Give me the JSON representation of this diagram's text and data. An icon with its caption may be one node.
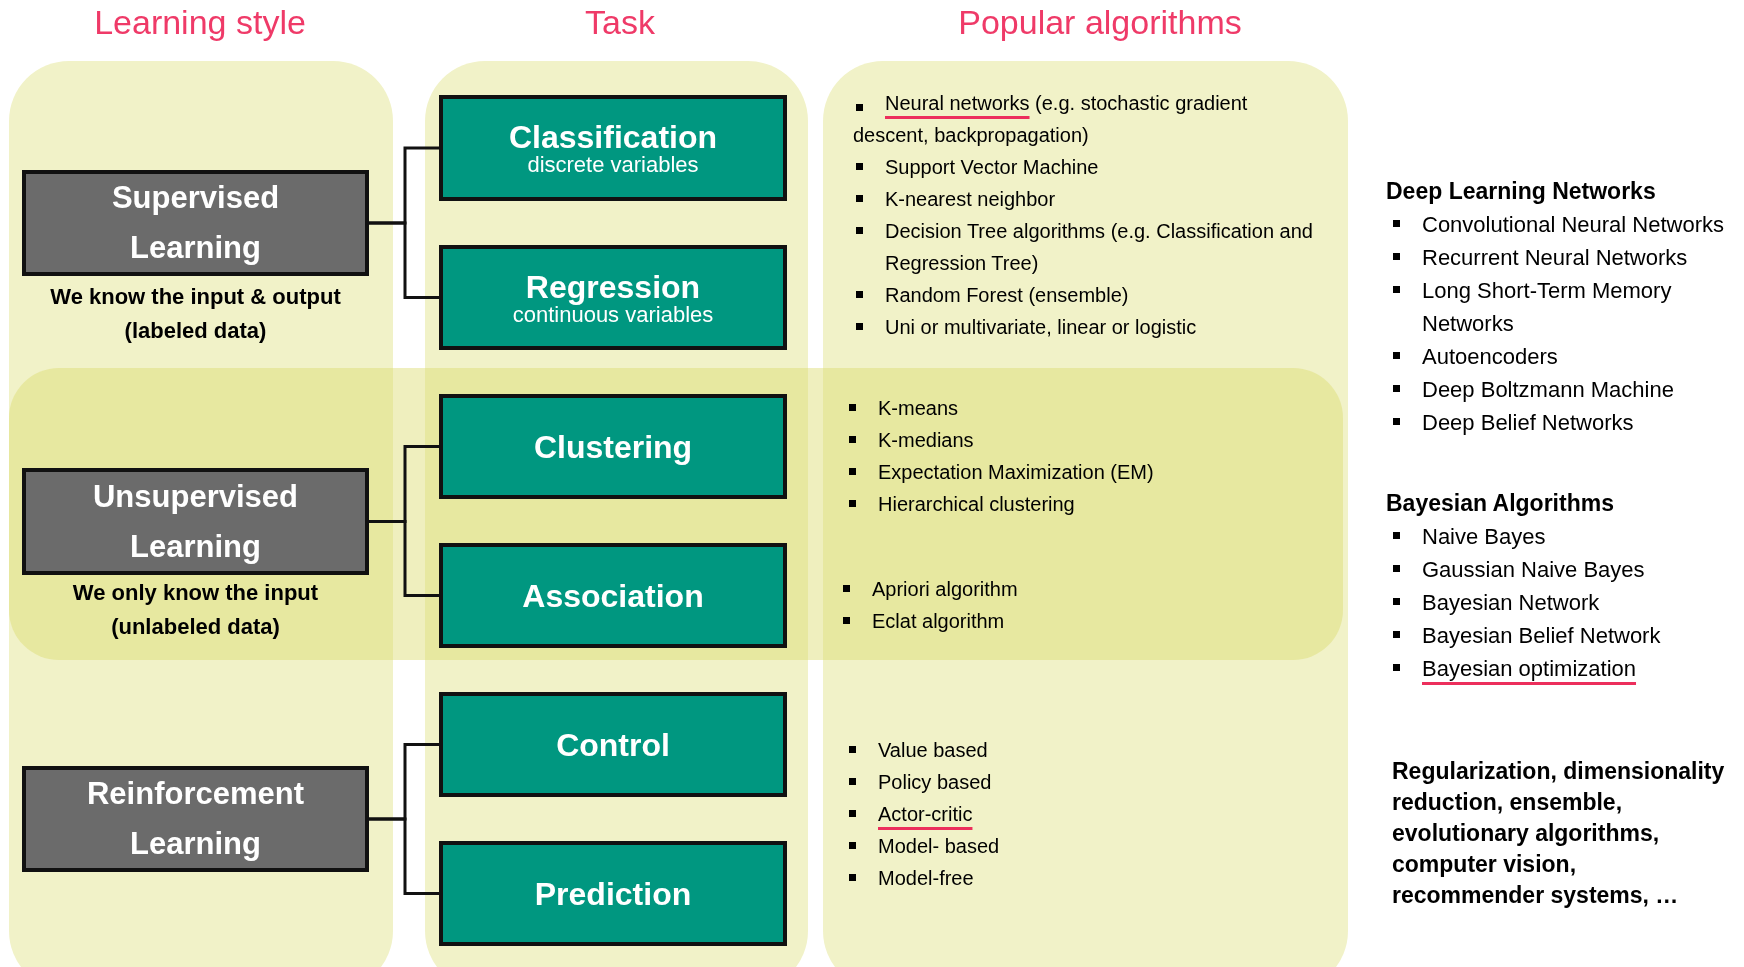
{
  "diagram": {
    "nodes": [
      {
        "text": [
          "Supervised Learning"
        ],
        "beside": [
          "We know the input & output (labeled data)"
        ]
      },
      {
        "text": [
          "Unsupervised Learning"
        ],
        "beside": [
          "We only know the input (unlabeled data)"
        ]
      },
      {
        "text": [
          "Reinforcement Learning"
        ]
      },
      {
        "text": [
          "Classification",
          "discrete variables"
        ]
      },
      {
        "text": [
          "Regression",
          "continuous variables"
        ]
      },
      {
        "text": [
          "Clustering"
        ]
      },
      {
        "text": [
          "Association"
        ]
      },
      {
        "text": [
          "Control"
        ]
      },
      {
        "text": [
          "Prediction"
        ]
      }
    ],
    "edges": [
      {
        "from": 0,
        "to": 3,
        "arrow": "none"
      },
      {
        "from": 0,
        "to": 4,
        "arrow": "none"
      },
      {
        "from": 1,
        "to": 5,
        "arrow": "none"
      },
      {
        "from": 1,
        "to": 6,
        "arrow": "none"
      },
      {
        "from": 2,
        "to": 7,
        "arrow": "none"
      },
      {
        "from": 2,
        "to": 8,
        "arrow": "none"
      }
    ],
    "labels": [
      "Learning style",
      "Task",
      "Popular algorithms",
      "Neural networks",
      "(e.g. stochastic gradient descent, backpropagation)",
      "Support Vector Machine",
      "K-nearest neighbor",
      "Decision Tree algorithms (e.g. Classification and Regression Tree)",
      "Random Forest (ensemble)",
      "Uni or multivariate, linear or logistic",
      "K-means",
      "K-medians",
      "Expectation Maximization (EM)",
      "Hierarchical clustering",
      "Apriori algorithm",
      "Eclat algorithm",
      "Value based",
      "Policy based",
      "Actor-critic",
      "Model- based",
      "Model-free",
      "Deep Learning Networks",
      "Convolutional Neural Networks",
      "Recurrent Neural Networks",
      "Long Short-Term Memory Networks",
      "Autoencoders",
      "Deep Boltzmann Machine",
      "Deep Belief Networks",
      "Bayesian Algorithms",
      "Naive Bayes",
      "Gaussian Naive Bayes",
      "Bayesian Network",
      "Bayesian Belief Network",
      "Bayesian optimization",
      "Regularization, dimensionality reduction, ensemble, evolutionary algorithms, computer vision, recommender systems, …"
    ]
  }
}
